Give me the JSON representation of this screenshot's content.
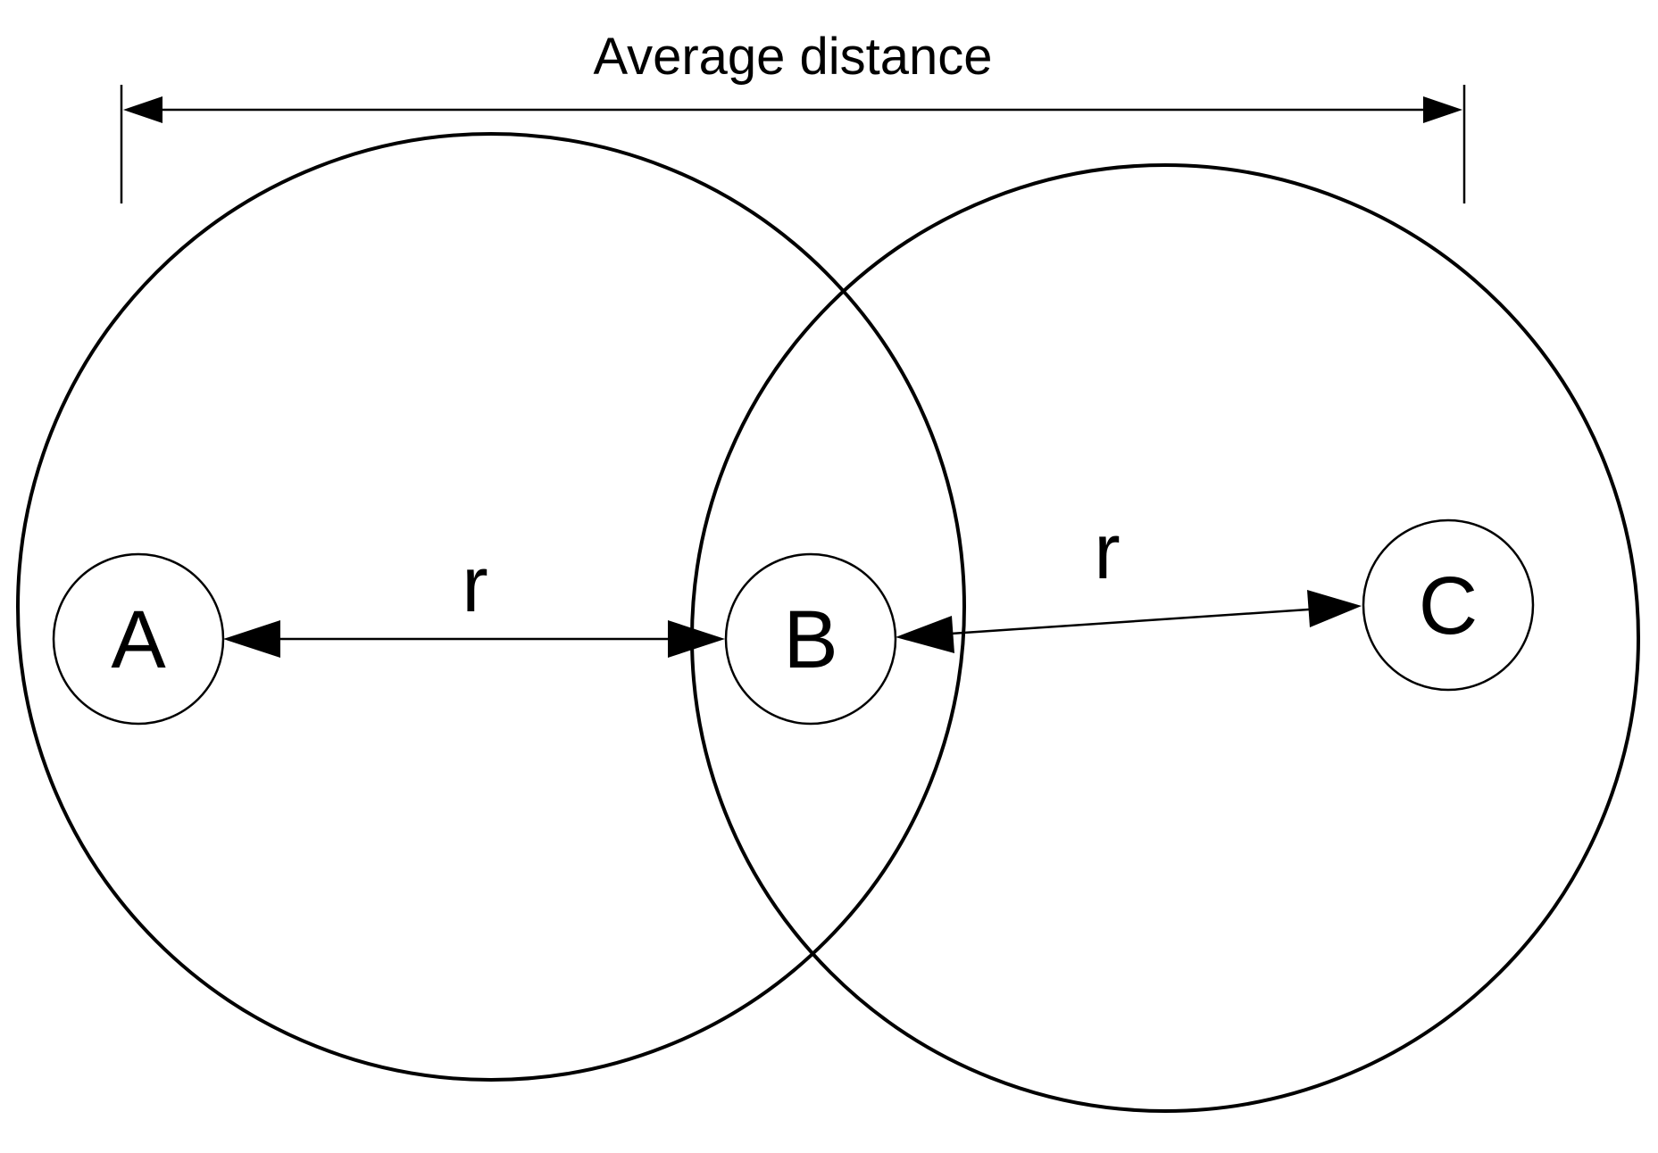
{
  "diagram": {
    "top_label": "Average distance",
    "left_r_label": "r",
    "right_r_label": "r",
    "nodes": {
      "a": "A",
      "b": "B",
      "c": "C"
    },
    "colors": {
      "line": "#000000",
      "background": "#ffffff"
    }
  }
}
